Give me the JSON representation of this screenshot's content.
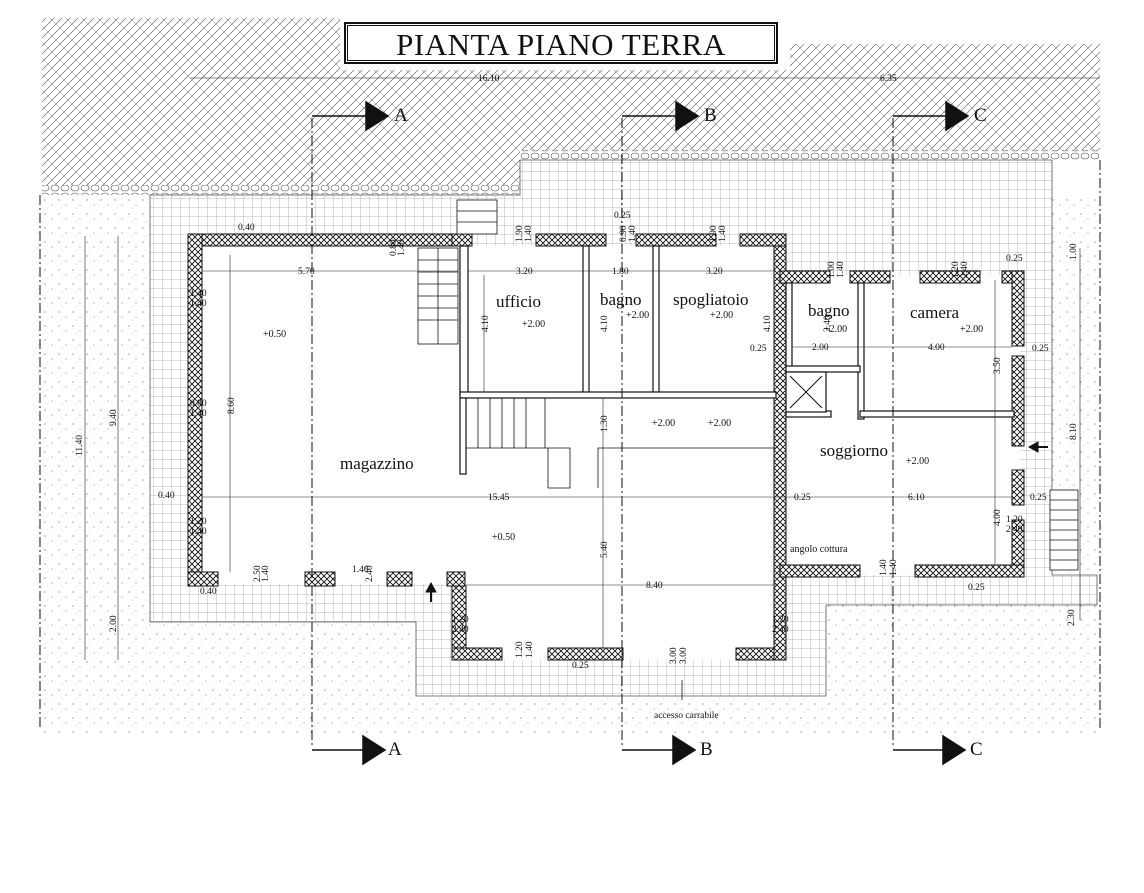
{
  "title": "PIANTA PIANO TERRA",
  "sections": [
    "A",
    "B",
    "C"
  ],
  "rooms": {
    "magazzino": "magazzino",
    "ufficio": "ufficio",
    "bagno1": "bagno",
    "spogliatoio": "spogliatoio",
    "bagno2": "bagno",
    "camera": "camera",
    "soggiorno": "soggiorno",
    "angolo": "angolo cottura"
  },
  "levels": {
    "mag_top": "+0.50",
    "mag_bottom": "+0.50",
    "ufficio": "+2.00",
    "bagno1": "+2.00",
    "spogliatoio": "+2.00",
    "bagno2": "+2.00",
    "camera": "+2.00",
    "corr1": "+2.00",
    "corr2": "+2.00",
    "soggiorno": "+2.00"
  },
  "dims": {
    "top_total": "16.10",
    "top_right": "6.35",
    "w040a": "0.40",
    "w570": "5.70",
    "w320a": "3.20",
    "w180": "1.80",
    "w320b": "3.20",
    "d025top": "0.25",
    "w240": "2.40",
    "w200": "2.00",
    "w400": "4.00",
    "d025a": "0.25",
    "d025b": "0.25",
    "d025c": "0.25",
    "h410a": "4.10",
    "h410b": "4.10",
    "h410c": "4.10",
    "h860": "8.60",
    "h350": "3.50",
    "h130": "1.30",
    "w1545": "15.45",
    "d040b": "0.40",
    "d025d": "0.25",
    "w610": "6.10",
    "d025e": "0.25",
    "h400": "4.00",
    "h540": "5.40",
    "w840": "8.40",
    "d040c": "0.40",
    "d025f": "0.25",
    "d025g": "0.25",
    "h1140": "11.40",
    "h940": "9.40",
    "h200": "2.00",
    "h810": "8.10",
    "h100": "1.00",
    "h230": "2.30",
    "access": "accesso carrabile",
    "win": {
      "a1": "0.80",
      "a2": "1.40",
      "b1": "1.40",
      "b2": "1.40",
      "c1": "0.80",
      "c2": "1.40",
      "d1": "1.20",
      "d2": "1.40",
      "e1": "2.50",
      "e2": "1.40",
      "f1": "1.40",
      "f2": "2.40",
      "g1": "1.20",
      "g2": "2.40",
      "h1": "1.20",
      "h2": "1.40",
      "i1": "3.00",
      "i2": "3.00",
      "j1": "1.20",
      "j2": "2.40",
      "k1": "1.20",
      "k2": "2.40",
      "l1": "1.40",
      "l2": "1.40",
      "m1": "1.90",
      "m2": "1.40",
      "n1": "0.90",
      "n2": "1.40",
      "o1": "1.90",
      "o2": "1.40",
      "p1": "1.00",
      "p2": "1.40",
      "q1": "1.20",
      "q2": "2.40"
    }
  }
}
